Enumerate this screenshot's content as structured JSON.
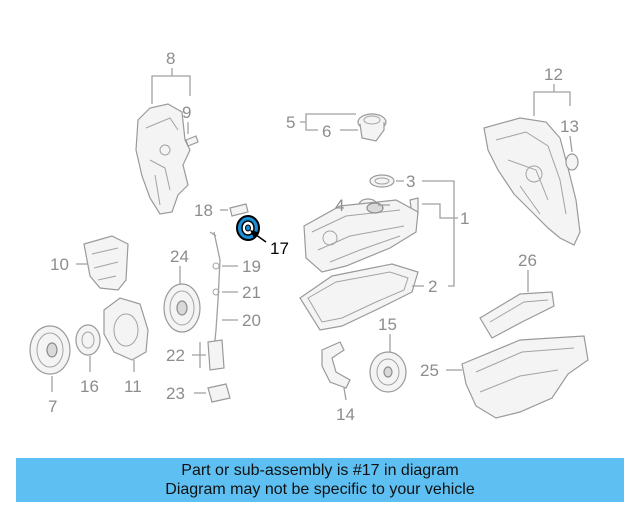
{
  "highlight_color": "#1a8fd6",
  "banner_color": "#5ec0f2",
  "callouts": [
    {
      "id": "8",
      "text": "8"
    },
    {
      "id": "9",
      "text": "9"
    },
    {
      "id": "5",
      "text": "5"
    },
    {
      "id": "6",
      "text": "6"
    },
    {
      "id": "12",
      "text": "12"
    },
    {
      "id": "13",
      "text": "13"
    },
    {
      "id": "3",
      "text": "3"
    },
    {
      "id": "4",
      "text": "4"
    },
    {
      "id": "1",
      "text": "1"
    },
    {
      "id": "18",
      "text": "18"
    },
    {
      "id": "17",
      "text": "17"
    },
    {
      "id": "10",
      "text": "10"
    },
    {
      "id": "24",
      "text": "24"
    },
    {
      "id": "19",
      "text": "19"
    },
    {
      "id": "26",
      "text": "26"
    },
    {
      "id": "2",
      "text": "2"
    },
    {
      "id": "21",
      "text": "21"
    },
    {
      "id": "20",
      "text": "20"
    },
    {
      "id": "15",
      "text": "15"
    },
    {
      "id": "22",
      "text": "22"
    },
    {
      "id": "25",
      "text": "25"
    },
    {
      "id": "7",
      "text": "7"
    },
    {
      "id": "16",
      "text": "16"
    },
    {
      "id": "11",
      "text": "11"
    },
    {
      "id": "23",
      "text": "23"
    },
    {
      "id": "14",
      "text": "14"
    }
  ],
  "banner": {
    "line1": "Part or sub-assembly is #17 in diagram",
    "line2": "Diagram may not be specific to your vehicle"
  }
}
